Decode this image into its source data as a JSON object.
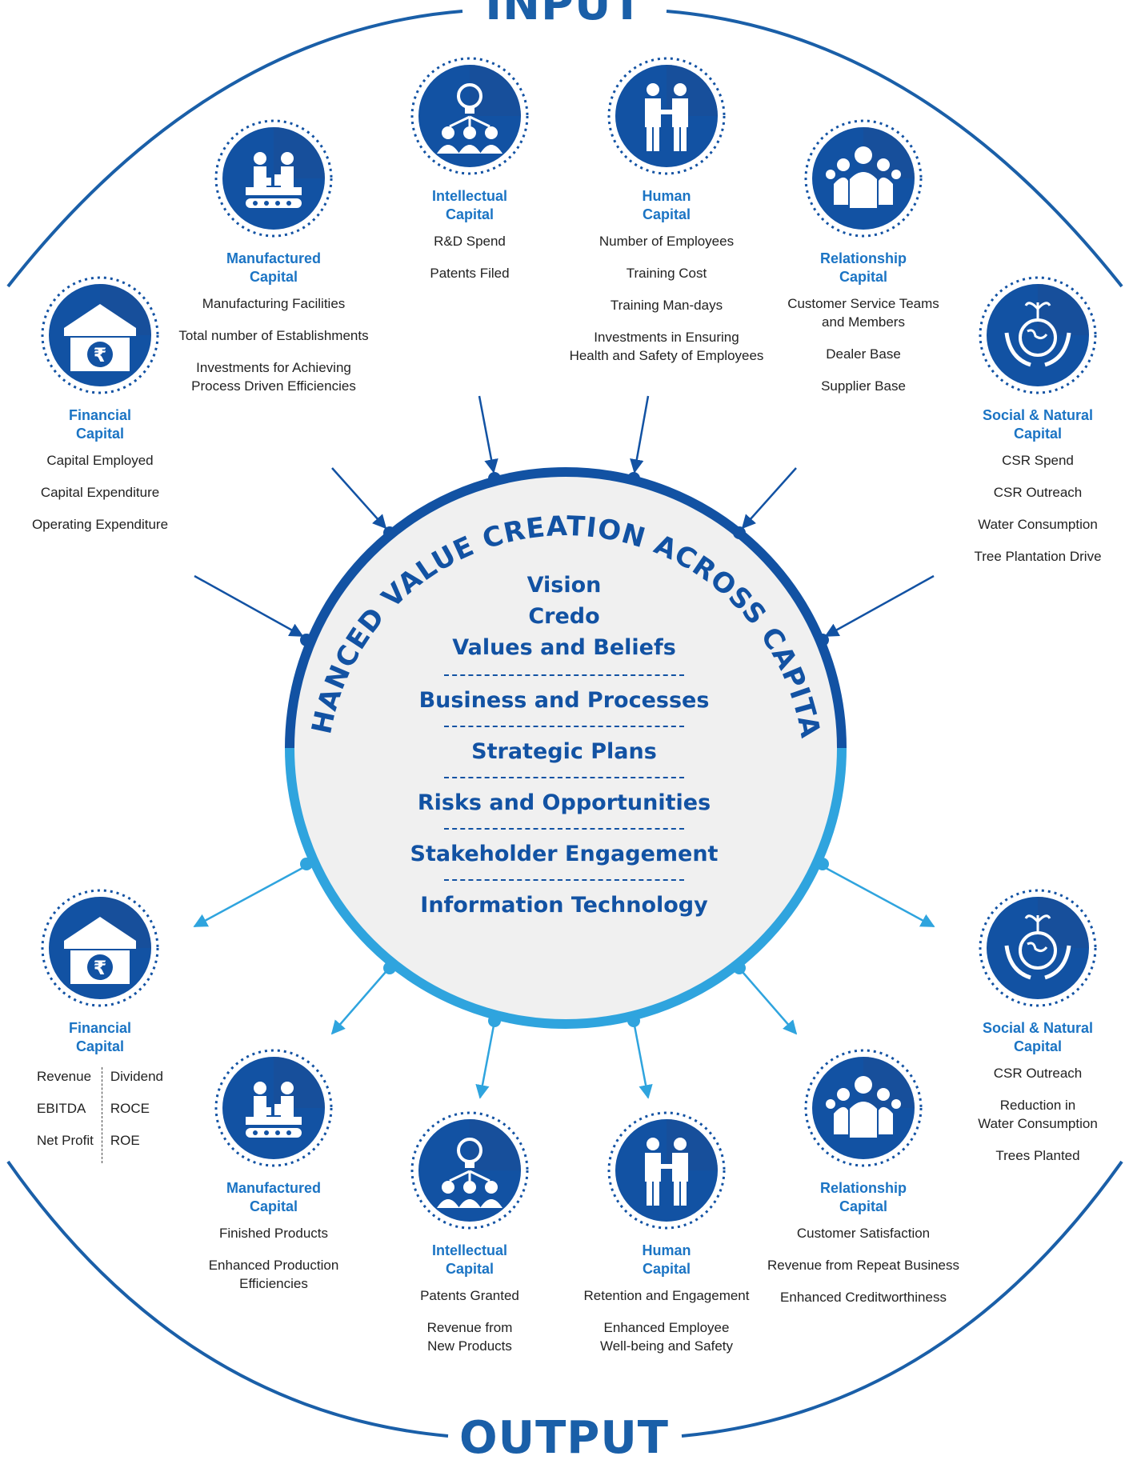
{
  "headings": {
    "input": "INPUT",
    "output": "OUTPUT"
  },
  "colors": {
    "dark_blue": "#1252a3",
    "light_blue": "#2fa4de",
    "title_blue": "#1b74c4",
    "circle_fill": "#f0f0f0"
  },
  "center": {
    "arc_title": "ENHANCED VALUE CREATION ACROSS CAPITALS",
    "core": [
      "Vision",
      "Credo",
      "Values and Beliefs"
    ],
    "sections": [
      "Business and Processes",
      "Strategic Plans",
      "Risks and Opportunities",
      "Stakeholder Engagement",
      "Information Technology"
    ]
  },
  "input": {
    "financial": {
      "icon": "bank-rupee-icon",
      "title": "Financial\nCapital",
      "items": [
        "Capital Employed",
        "Capital Expenditure",
        "Operating Expenditure"
      ]
    },
    "manufactured": {
      "icon": "factory-workers-icon",
      "title": "Manufactured\nCapital",
      "items": [
        "Manufacturing Facilities",
        "Total number of Establishments",
        "Investments for Achieving\nProcess Driven Efficiencies"
      ]
    },
    "intellectual": {
      "icon": "lightbulb-people-icon",
      "title": "Intellectual\nCapital",
      "items": [
        "R&D Spend",
        "Patents Filed"
      ]
    },
    "human": {
      "icon": "handshake-icon",
      "title": "Human\nCapital",
      "items": [
        "Number of Employees",
        "Training Cost",
        "Training Man-days",
        "Investments in Ensuring\nHealth and Safety of Employees"
      ]
    },
    "relationship": {
      "icon": "people-group-icon",
      "title": "Relationship\nCapital",
      "items": [
        "Customer Service Teams\nand Members",
        "Dealer Base",
        "Supplier Base"
      ]
    },
    "social": {
      "icon": "globe-plant-hands-icon",
      "title": "Social & Natural\nCapital",
      "items": [
        "CSR Spend",
        "CSR Outreach",
        "Water Consumption",
        "Tree Plantation Drive"
      ]
    }
  },
  "output": {
    "financial": {
      "icon": "bank-rupee-icon",
      "title": "Financial\nCapital",
      "col1": [
        "Revenue",
        "EBITDA",
        "Net Profit"
      ],
      "col2": [
        "Dividend",
        "ROCE",
        "ROE"
      ]
    },
    "manufactured": {
      "icon": "factory-workers-icon",
      "title": "Manufactured\nCapital",
      "items": [
        "Finished Products",
        "Enhanced Production\nEfficiencies"
      ]
    },
    "intellectual": {
      "icon": "lightbulb-people-icon",
      "title": "Intellectual\nCapital",
      "items": [
        "Patents Granted",
        "Revenue from\nNew Products"
      ]
    },
    "human": {
      "icon": "handshake-icon",
      "title": "Human\nCapital",
      "items": [
        "Retention and Engagement",
        "Enhanced Employee\nWell-being and Safety"
      ]
    },
    "relationship": {
      "icon": "people-group-icon",
      "title": "Relationship\nCapital",
      "items": [
        "Customer Satisfaction",
        "Revenue from Repeat Business",
        "Enhanced Creditworthiness"
      ]
    },
    "social": {
      "icon": "globe-plant-hands-icon",
      "title": "Social & Natural\nCapital",
      "items": [
        "CSR Outreach",
        "Reduction in\nWater Consumption",
        "Trees Planted"
      ]
    }
  }
}
